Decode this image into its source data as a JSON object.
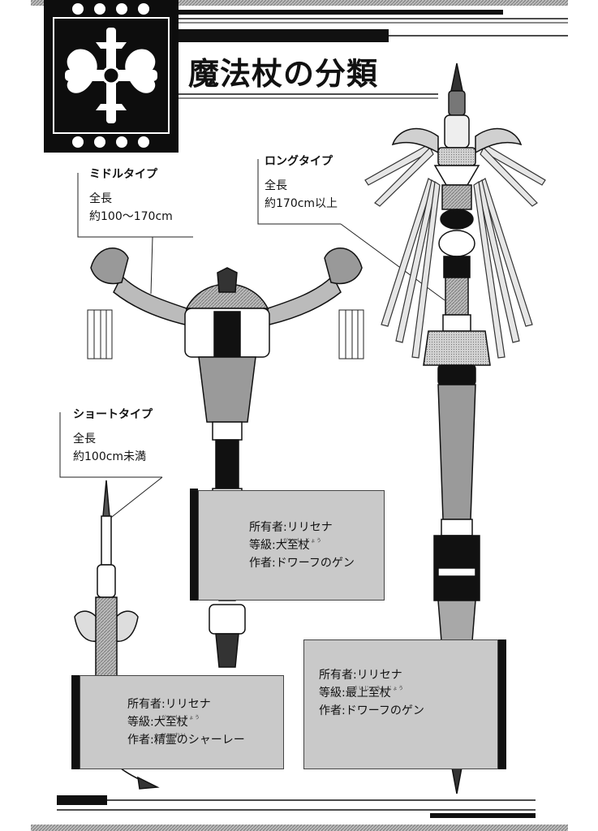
{
  "title": "魔法杖の分類",
  "middle_type": {
    "title": "ミドルタイプ",
    "length_label": "全長",
    "length_value": "約100〜170cm"
  },
  "long_type": {
    "title": "ロングタイプ",
    "length_label": "全長",
    "length_value": "約170cm以上"
  },
  "short_type": {
    "title": "ショートタイプ",
    "length_label": "全長",
    "length_value": "約100cm未満"
  },
  "middle_info": {
    "owner": "所有者:リリセナ",
    "grade": "等級:大至杖",
    "grade_ruby": "だい し じょう",
    "maker": "作者:ドワーフのゲン"
  },
  "long_info": {
    "owner": "所有者:リリセナ",
    "grade": "等級:最上至杖",
    "grade_ruby": "さいじょうしじょう",
    "maker": "作者:ドワーフのゲン"
  },
  "short_info": {
    "owner": "所有者:リリセナ",
    "grade": "等級:大至杖",
    "grade_ruby": "だい し じょう",
    "maker": "作者:精霊のシャーレー",
    "maker_ruby": "せい れい"
  }
}
